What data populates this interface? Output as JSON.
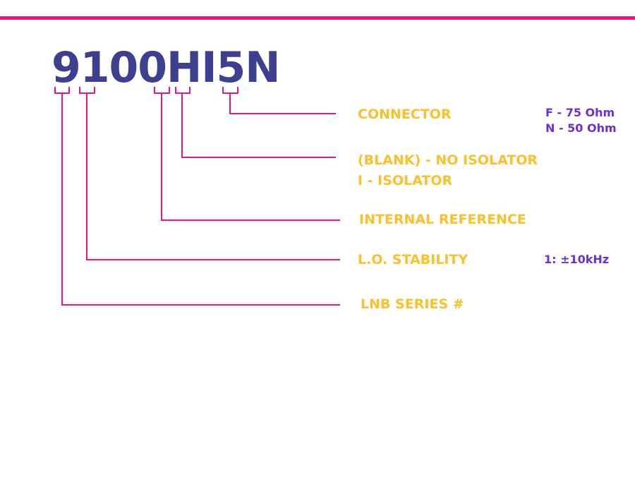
{
  "part_number": "9100HI5N",
  "segments": [
    {
      "label": "CONNECTOR",
      "options": [
        "F - 75 Ohm",
        "N - 50 Ohm"
      ]
    },
    {
      "label": "(BLANK) - NO ISOLATOR",
      "label2": "I - ISOLATOR"
    },
    {
      "label": "INTERNAL REFERENCE"
    },
    {
      "label": "L.O. STABILITY",
      "options": [
        "1: ±10kHz"
      ]
    },
    {
      "label": "LNB SERIES #"
    }
  ],
  "colors": {
    "accent": "#E8177E",
    "part_number": "#3D3F8F",
    "label": "#FBC02D",
    "option": "#6A2FD6"
  }
}
